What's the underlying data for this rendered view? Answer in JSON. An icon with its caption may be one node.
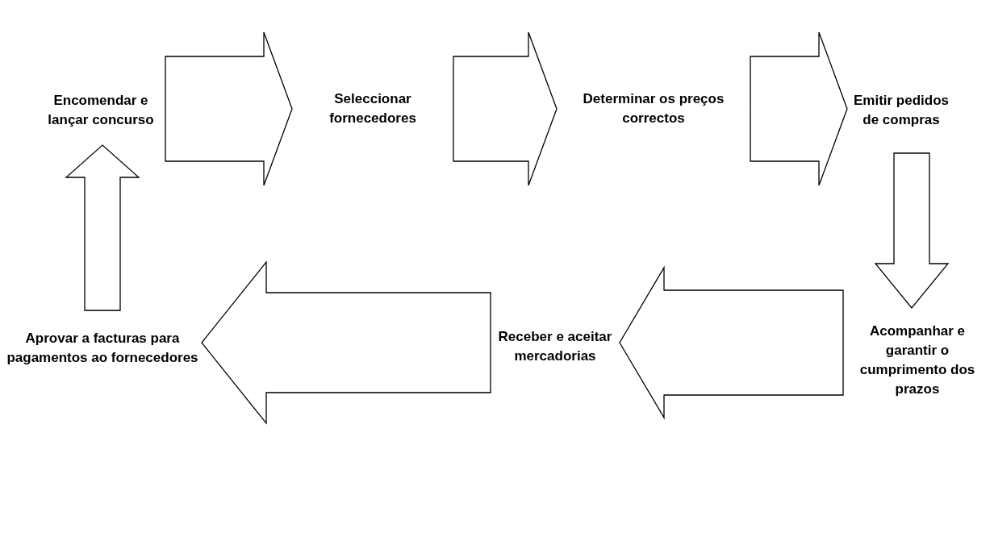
{
  "diagram": {
    "nodes": [
      {
        "text": [
          "Encomendar e lançar concurso"
        ]
      },
      {
        "text": [
          "Seleccionar fornecedores"
        ]
      },
      {
        "text": [
          "Determinar os preços correctos"
        ]
      },
      {
        "text": [
          "Emitir pedidos de compras"
        ]
      },
      {
        "text": [
          "Acompanhar e garantir o cumprimento dos prazos"
        ]
      },
      {
        "text": [
          "Receber e aceitar mercadorias"
        ]
      },
      {
        "text": [
          "Aprovar a facturas para pagamentos ao fornecedores"
        ]
      }
    ],
    "edges": [
      {
        "from": 0,
        "to": 1,
        "arrow": "to"
      },
      {
        "from": 1,
        "to": 2,
        "arrow": "to"
      },
      {
        "from": 2,
        "to": 3,
        "arrow": "to"
      },
      {
        "from": 3,
        "to": 4,
        "arrow": "to"
      },
      {
        "from": 4,
        "to": 5,
        "arrow": "to"
      },
      {
        "from": 5,
        "to": 6,
        "arrow": "to"
      },
      {
        "from": 6,
        "to": 0,
        "arrow": "to"
      }
    ]
  }
}
